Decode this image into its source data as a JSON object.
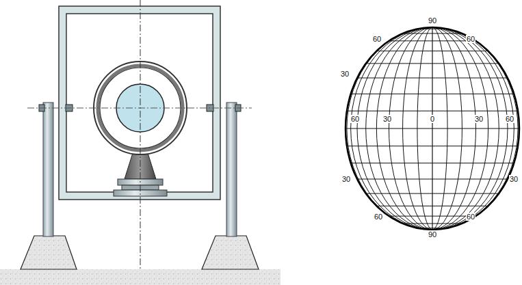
{
  "diagram": {
    "labels": [
      "90",
      "60",
      "60",
      "30",
      "60",
      "30",
      "0",
      "30",
      "60",
      "30",
      "30",
      "60",
      "60",
      "90"
    ]
  }
}
